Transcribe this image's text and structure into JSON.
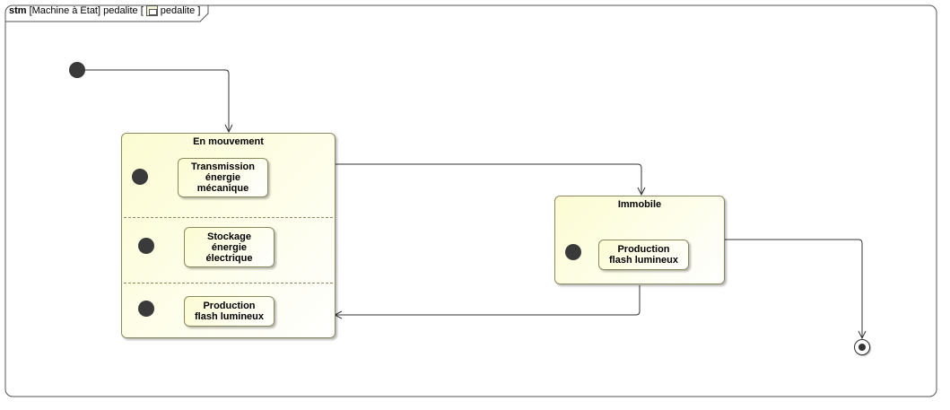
{
  "frame": {
    "keyword": "stm",
    "label_before_icon": "[Machine à Etat] pedalite [",
    "icon": "state-machine-icon",
    "label_after_icon": "pedalite ]"
  },
  "composite_states": [
    {
      "id": "en-mouvement",
      "title": "En mouvement",
      "regions": [
        {
          "state": "Transmission\nénergie\nmécanique"
        },
        {
          "state": "Stockage\nénergie\nélectrique"
        },
        {
          "state": "Production\nflash lumineux"
        }
      ]
    },
    {
      "id": "immobile",
      "title": "Immobile",
      "regions": [
        {
          "state": "Production\nflash lumineux"
        }
      ]
    }
  ],
  "colors": {
    "state_fill": "#fcfcd2",
    "state_border": "#8a8a60",
    "pseudostate": "#3a3a3a",
    "line": "#333333"
  }
}
